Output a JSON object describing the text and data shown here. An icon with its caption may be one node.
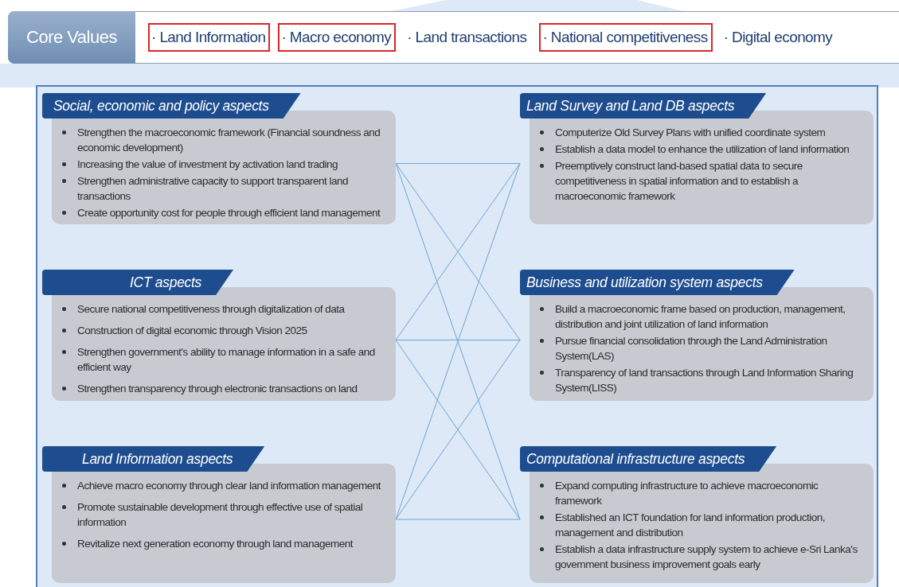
{
  "diagram": {
    "nodes": [
      {
        "text": [
          "Core Values"
        ]
      },
      {
        "text": [
          "· Land Information"
        ]
      },
      {
        "text": [
          "· Macro economy"
        ]
      },
      {
        "text": [
          "· National competitiveness"
        ]
      },
      {
        "text": [],
        "shape": "box"
      },
      {
        "text": [
          "Social, economic and policy aspects",
          "Strengthen the macroeconomic framework (Financial soundness and economic development)",
          "Increasing the value of investment by activation land trading",
          "Strengthen administrative capacity to support transparent land transactions",
          "Create opportunity cost for people through efficient land management"
        ],
        "in": 4
      },
      {
        "text": [
          "Land Survey and Land DB aspects",
          "Computerize Old Survey Plans with unified coordinate system",
          "Establish a data model to enhance the  utilization of land information",
          "Preemptively construct land-based spatial data to secure competitiveness in spatial information and to establish a macroeconomic framework"
        ],
        "in": 4
      },
      {
        "text": [
          "ICT aspects",
          "Secure national competitiveness through digitalization of data",
          "Construction of digital economic through Vision 2025",
          "Strengthen government's ability to manage information in a safe and efficient way",
          "Strengthen transparency through electronic transactions on land"
        ],
        "in": 4
      },
      {
        "text": [
          "Business and utilization system aspects",
          "Build a macroeconomic frame based on production, management, distribution and joint utilization of land information",
          "Pursue financial consolidation through the Land Administration System(LAS)",
          "Transparency of land transactions through Land Information Sharing System(LISS)"
        ],
        "in": 4
      },
      {
        "text": [
          "Land Information aspects",
          "Achieve macro economy through clear land information management",
          "Promote sustainable development through effective use of spatial information",
          "Revitalize next generation economy through land management"
        ],
        "in": 4
      },
      {
        "text": [
          "Computational infrastructure aspects",
          "Expand computing infrastructure to achieve macroeconomic framework",
          "Established an ICT foundation for land information production, management and distribution",
          "Establish a data infrastructure supply system to achieve e-Sri Lanka's government business improvement goals early"
        ],
        "in": 4
      }
    ],
    "edges": [
      {
        "from": 5,
        "to": 6,
        "arrow": "none"
      },
      {
        "from": 5,
        "to": 8,
        "arrow": "none"
      },
      {
        "from": 5,
        "to": 10,
        "arrow": "none"
      },
      {
        "from": 7,
        "to": 6,
        "arrow": "none"
      },
      {
        "from": 7,
        "to": 8,
        "arrow": "none"
      },
      {
        "from": 7,
        "to": 10,
        "arrow": "none"
      },
      {
        "from": 9,
        "to": 6,
        "arrow": "none"
      },
      {
        "from": 9,
        "to": 8,
        "arrow": "none"
      },
      {
        "from": 9,
        "to": 10,
        "arrow": "none"
      }
    ],
    "labels": [
      "· Land transactions",
      "· Digital economy"
    ]
  }
}
